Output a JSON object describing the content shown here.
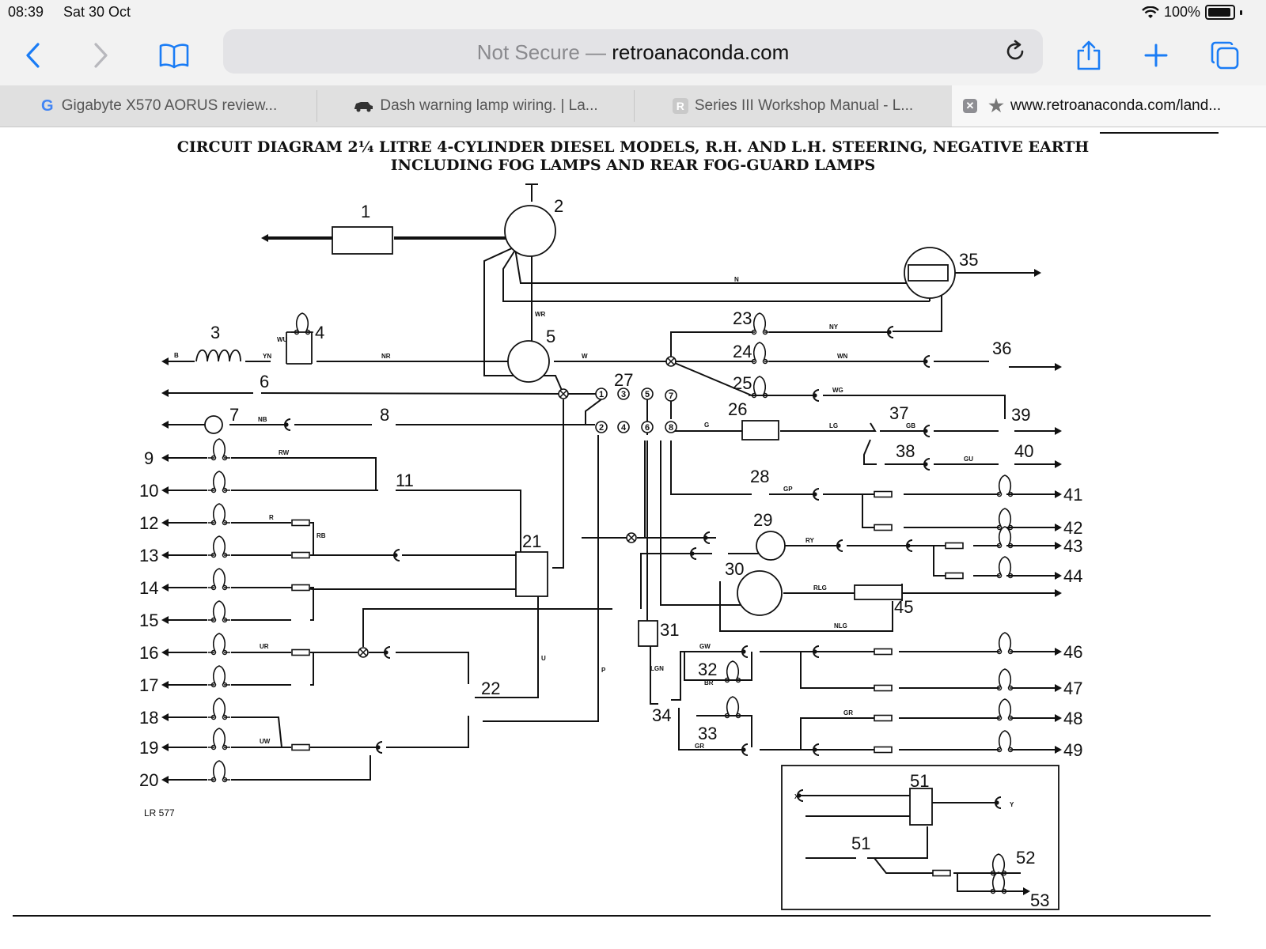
{
  "status_bar": {
    "time": "08:39",
    "date": "Sat 30 Oct",
    "battery": "100%"
  },
  "toolbar": {
    "url_prefix": "Not Secure —",
    "url_domain": "retroanaconda.com",
    "icons": [
      "back-icon",
      "forward-icon",
      "bookmarks-icon",
      "reload-icon",
      "share-icon",
      "new-tab-icon",
      "tabs-overview-icon"
    ]
  },
  "tabs": [
    {
      "label": "Gigabyte X570 AORUS review...",
      "favicon": "G"
    },
    {
      "label": "Dash warning lamp wiring. | La...",
      "favicon": "car"
    },
    {
      "label": "Series III Workshop Manual - L...",
      "favicon": "R"
    },
    {
      "label": "www.retroanaconda.com/land...",
      "favicon": "star"
    }
  ],
  "diagram": {
    "title_line1": "CIRCUIT DIAGRAM 2¼ LITRE 4-CYLINDER DIESEL MODELS, R.H. AND L.H. STEERING, NEGATIVE EARTH",
    "title_line2": "INCLUDING FOG LAMPS AND REAR FOG-GUARD LAMPS",
    "reference": "LR 577",
    "left_numbers": [
      "9",
      "10",
      "12",
      "13",
      "14",
      "15",
      "16",
      "17",
      "18",
      "19",
      "20"
    ],
    "right_numbers": [
      "41",
      "42",
      "43",
      "44",
      "46",
      "47",
      "48",
      "49"
    ],
    "component_numbers": [
      "1",
      "2",
      "3",
      "4",
      "5",
      "6",
      "7",
      "8",
      "11",
      "21",
      "22",
      "23",
      "24",
      "25",
      "26",
      "27",
      "28",
      "29",
      "30",
      "31",
      "32",
      "33",
      "34",
      "35",
      "36",
      "37",
      "38",
      "39",
      "40",
      "45",
      "51",
      "51",
      "52",
      "53"
    ],
    "fuse_numbers": [
      "1",
      "2",
      "3",
      "4",
      "5",
      "6",
      "7",
      "8"
    ],
    "fuse_box_21": [
      "1",
      "2",
      "3",
      "4",
      "5",
      "6",
      "7",
      "8"
    ],
    "wire_labels": [
      "B",
      "N",
      "WR",
      "W",
      "YN",
      "WU",
      "NR",
      "NB",
      "RW",
      "R",
      "RB",
      "UR",
      "UW",
      "U",
      "P",
      "G",
      "GP",
      "LG",
      "GB",
      "GU",
      "WN",
      "WG",
      "NY",
      "GW",
      "GR",
      "RY",
      "RLG",
      "NLG",
      "LGN",
      "BR",
      "GR",
      "X",
      "Y"
    ]
  }
}
